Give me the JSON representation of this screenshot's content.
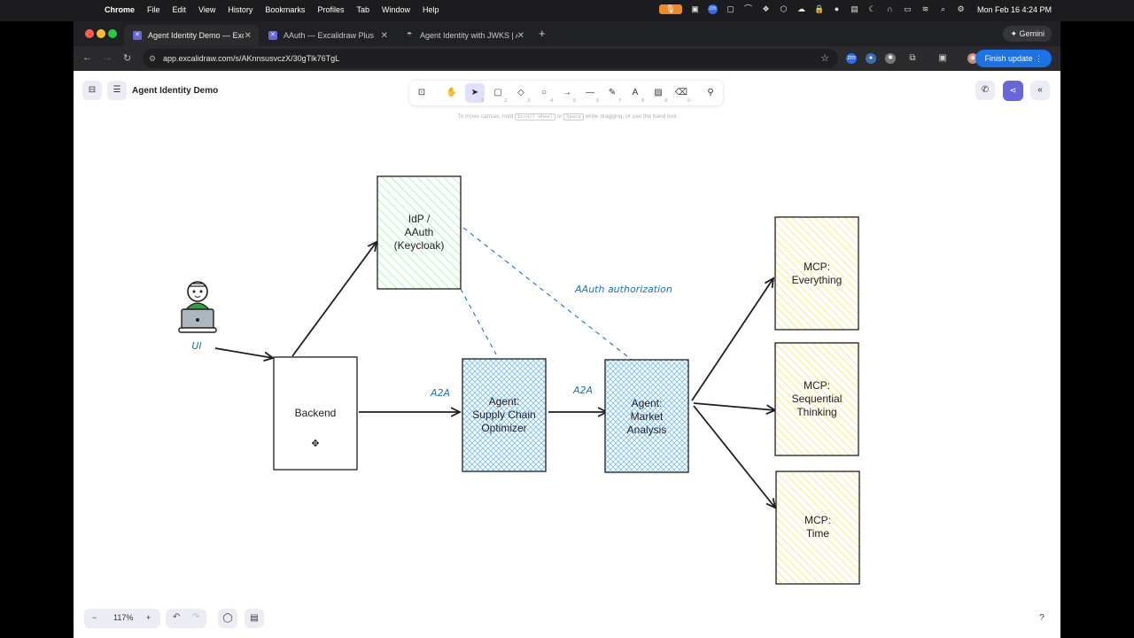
{
  "menubar": {
    "app": "Chrome",
    "items": [
      "File",
      "Edit",
      "View",
      "History",
      "Bookmarks",
      "Profiles",
      "Tab",
      "Window",
      "Help"
    ],
    "datetime": "Mon Feb 16  4:24 PM"
  },
  "browser": {
    "tabs": [
      {
        "title": "Agent Identity Demo — Excali",
        "active": true
      },
      {
        "title": "AAuth — Excalidraw Plus",
        "active": false
      },
      {
        "title": "Agent Identity with JWKS | A",
        "active": false
      }
    ],
    "gemini_label": "Gemini",
    "url": "app.excalidraw.com/s/AKnnsusvczX/30gTlk76TgL",
    "finish_update_label": "Finish update"
  },
  "excalidraw": {
    "doc_title": "Agent Identity Demo",
    "hint": {
      "part1": "To move canvas, hold",
      "key1": "Scroll wheel",
      "part2": "or",
      "key2": "Space",
      "part3": "while dragging, or use the hand tool"
    },
    "zoom": "117%",
    "accent_color": "#6965db"
  },
  "diagram": {
    "user_label": "UI",
    "nodes": {
      "idp": [
        "IdP /",
        "AAuth",
        "(Keycloak)"
      ],
      "backend": [
        "Backend"
      ],
      "supply": [
        "Agent:",
        "Supply Chain",
        "Optimizer"
      ],
      "market": [
        "Agent:",
        "Market",
        "Analysis"
      ],
      "mcp_everything": [
        "MCP:",
        "Everything"
      ],
      "mcp_sequential": [
        "MCP:",
        "Sequential",
        "Thinking"
      ],
      "mcp_time": [
        "MCP:",
        "Time"
      ]
    },
    "edge_labels": {
      "a2a_1": "A2A",
      "a2a_2": "A2A",
      "aauth": "AAuth authorization"
    },
    "colors": {
      "idp_fill": "#b2f2bb",
      "agent_fill": "#a5d8ff",
      "mcp_fill": "#ffec99",
      "annotation": "#1971c2"
    }
  }
}
